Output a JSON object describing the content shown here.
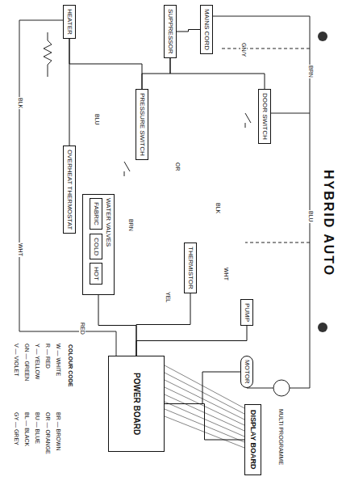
{
  "diagram": {
    "title": "HYBRID AUTO",
    "nodes": [
      {
        "text": [
          "HEATER"
        ]
      },
      {
        "text": [
          "MAINS CORD"
        ]
      },
      {
        "text": [
          "SUPPRESSOR"
        ]
      },
      {
        "text": [
          "DOOR SWITCH"
        ]
      },
      {
        "text": [
          "PRESSURE SWITCH"
        ]
      },
      {
        "text": [
          "OVERHEAT THERMOSTAT"
        ]
      },
      {
        "text": [
          "WATER VALVES"
        ]
      },
      {
        "text": [
          "FABRIC"
        ],
        "in": 6
      },
      {
        "text": [
          "COLD"
        ],
        "in": 6
      },
      {
        "text": [
          "HOT"
        ],
        "in": 6
      },
      {
        "text": [
          "THERMISTOR"
        ]
      },
      {
        "text": [
          "PUMP"
        ]
      },
      {
        "text": [
          "MOTOR"
        ]
      },
      {
        "text": [
          "POWER BOARD"
        ]
      },
      {
        "text": [
          "DISPLAY BOARD"
        ]
      }
    ],
    "edges": [
      {
        "from": 1,
        "to": 2,
        "arrow": "none"
      },
      {
        "from": 2,
        "to": 4,
        "arrow": "none"
      },
      {
        "from": 2,
        "to": 3,
        "arrow": "none"
      },
      {
        "from": 4,
        "to": 0,
        "arrow": "none"
      },
      {
        "from": 0,
        "to": 5,
        "arrow": "none"
      },
      {
        "from": 6,
        "to": 13,
        "arrow": "none"
      },
      {
        "from": 10,
        "to": 13,
        "arrow": "none"
      },
      {
        "from": 11,
        "to": 13,
        "arrow": "none"
      },
      {
        "from": 12,
        "to": 13,
        "arrow": "none"
      },
      {
        "from": 13,
        "to": 14,
        "arrow": "none"
      }
    ],
    "labels": [
      "BRN",
      "BLU",
      "GN/Y",
      "WHT",
      "BLK",
      "RED",
      "YEL",
      "OR",
      "BLU",
      "BRN",
      "WHT",
      "BLK",
      "MULTI PROGRAMME",
      "COLOUR CODE"
    ],
    "legend": [
      {
        "text": "W — WHITE"
      },
      {
        "text": "R — RED"
      },
      {
        "text": "Y — YELLOW"
      },
      {
        "text": "GN — GREEN"
      },
      {
        "text": "V — VIOLET"
      },
      {
        "text": "BR — BROWN"
      },
      {
        "text": "OR — ORANGE"
      },
      {
        "text": "BU — BLUE"
      },
      {
        "text": "BL — BLACK"
      },
      {
        "text": "GY — GREY"
      }
    ]
  }
}
